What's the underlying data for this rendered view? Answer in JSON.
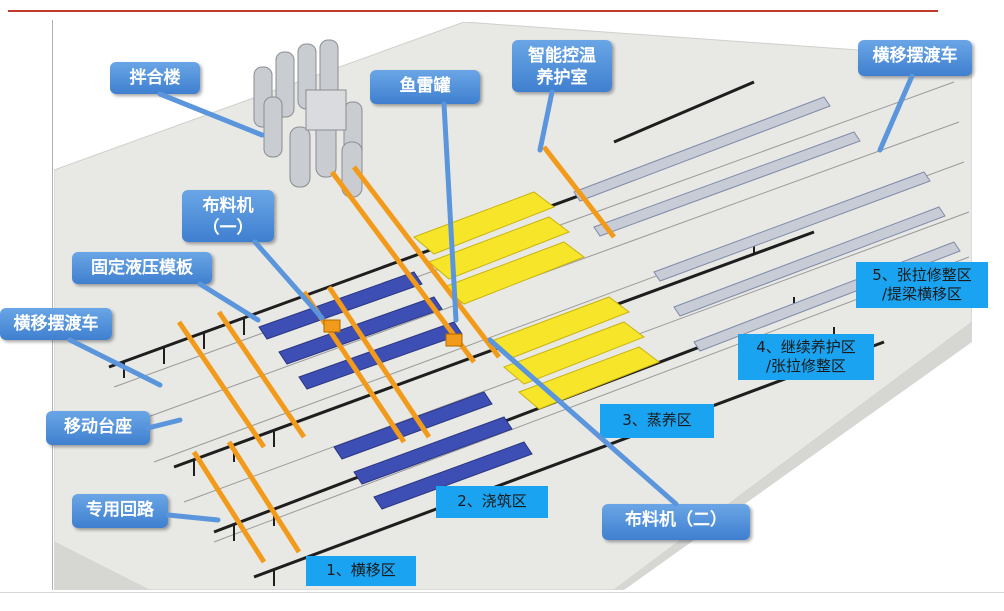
{
  "callouts": {
    "mixing_plant": "拌合楼",
    "fish_tank": "鱼雷罐",
    "curing_room": [
      "智能控温",
      "养护室"
    ],
    "transfer_cart_right": "横移摆渡车",
    "distributor_one": [
      "布料机",
      "（一）"
    ],
    "fixed_formwork": "固定液压模板",
    "transfer_cart_left": "横移摆渡车",
    "mobile_pedestal": "移动台座",
    "dedicated_loop": "专用回路",
    "distributor_two": "布料机（二）"
  },
  "zones": {
    "zone_1": "1、横移区",
    "zone_2": "2、浇筑区",
    "zone_3": "3、蒸养区",
    "zone_4": [
      "4、继续养护区",
      "/张拉修整区"
    ],
    "zone_5": [
      "5、张拉修整区",
      "/提梁横移区"
    ]
  },
  "colors": {
    "callout_blue": "#4a8ad6",
    "zone_cyan": "#1aa3f0",
    "gantry_orange": "#f29a1a",
    "curing_yellow": "#f7e52a",
    "fence_black": "#1e1e1e",
    "mold_blue": "#3d4fb5",
    "platform": "#e6e6e3"
  }
}
